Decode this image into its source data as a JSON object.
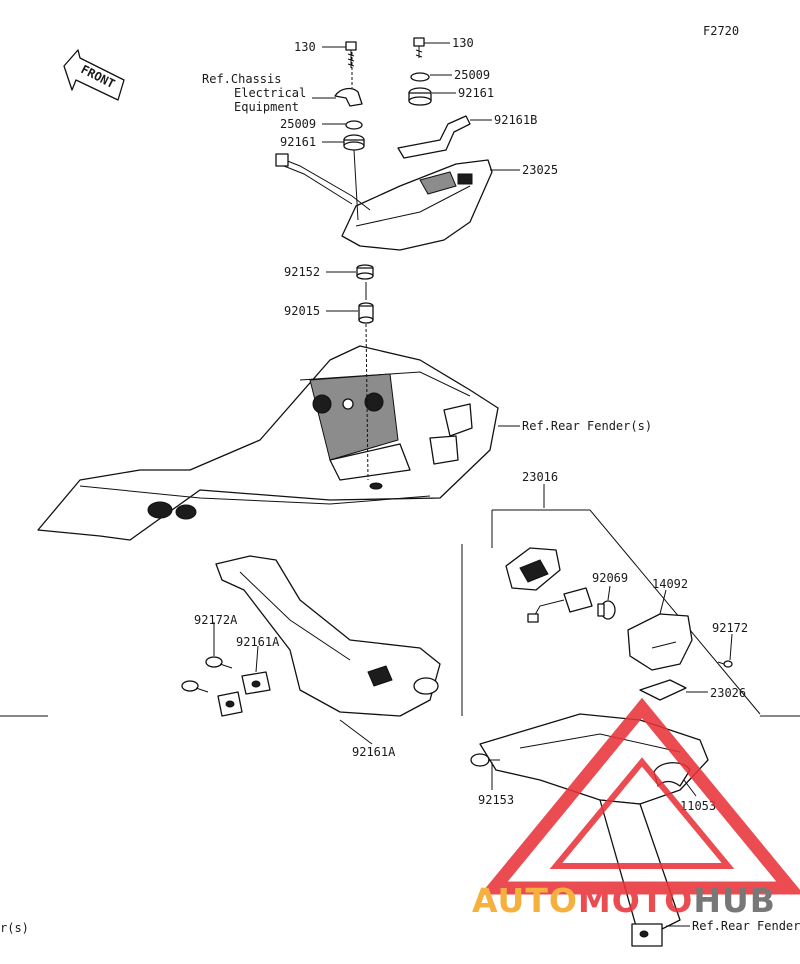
{
  "figure_code": "F2720",
  "front_label": "FRONT",
  "callouts": {
    "p130_left": "130",
    "p130_right": "130",
    "ref_chassis": [
      "Ref.Chassis",
      "Electrical",
      "Equipment"
    ],
    "p25009_right": "25009",
    "p92161_right": "92161",
    "p92161b": "92161B",
    "p25009_left": "25009",
    "p92161_left": "92161",
    "p23025": "23025",
    "p92152": "92152",
    "p92015": "92015",
    "ref_rear_fender": "Ref.Rear Fender(s)",
    "p23016": "23016",
    "p92069": "92069",
    "p14092": "14092",
    "p92172": "92172",
    "p23026": "23026",
    "p92172a": "92172A",
    "p92161a_top": "92161A",
    "p92161a_bottom": "92161A",
    "p92153": "92153",
    "p11053": "11053",
    "ref_rear_fender_bottom": "Ref.Rear Fender",
    "ref_rear_fender_left_edge": "r(s)"
  },
  "watermark": {
    "text_part1": "AUTO",
    "text_part2": "MOTO",
    "text_part3": "HUB",
    "color_orange": "#f5a623",
    "color_red": "#e8343a",
    "color_grey": "#666666"
  }
}
